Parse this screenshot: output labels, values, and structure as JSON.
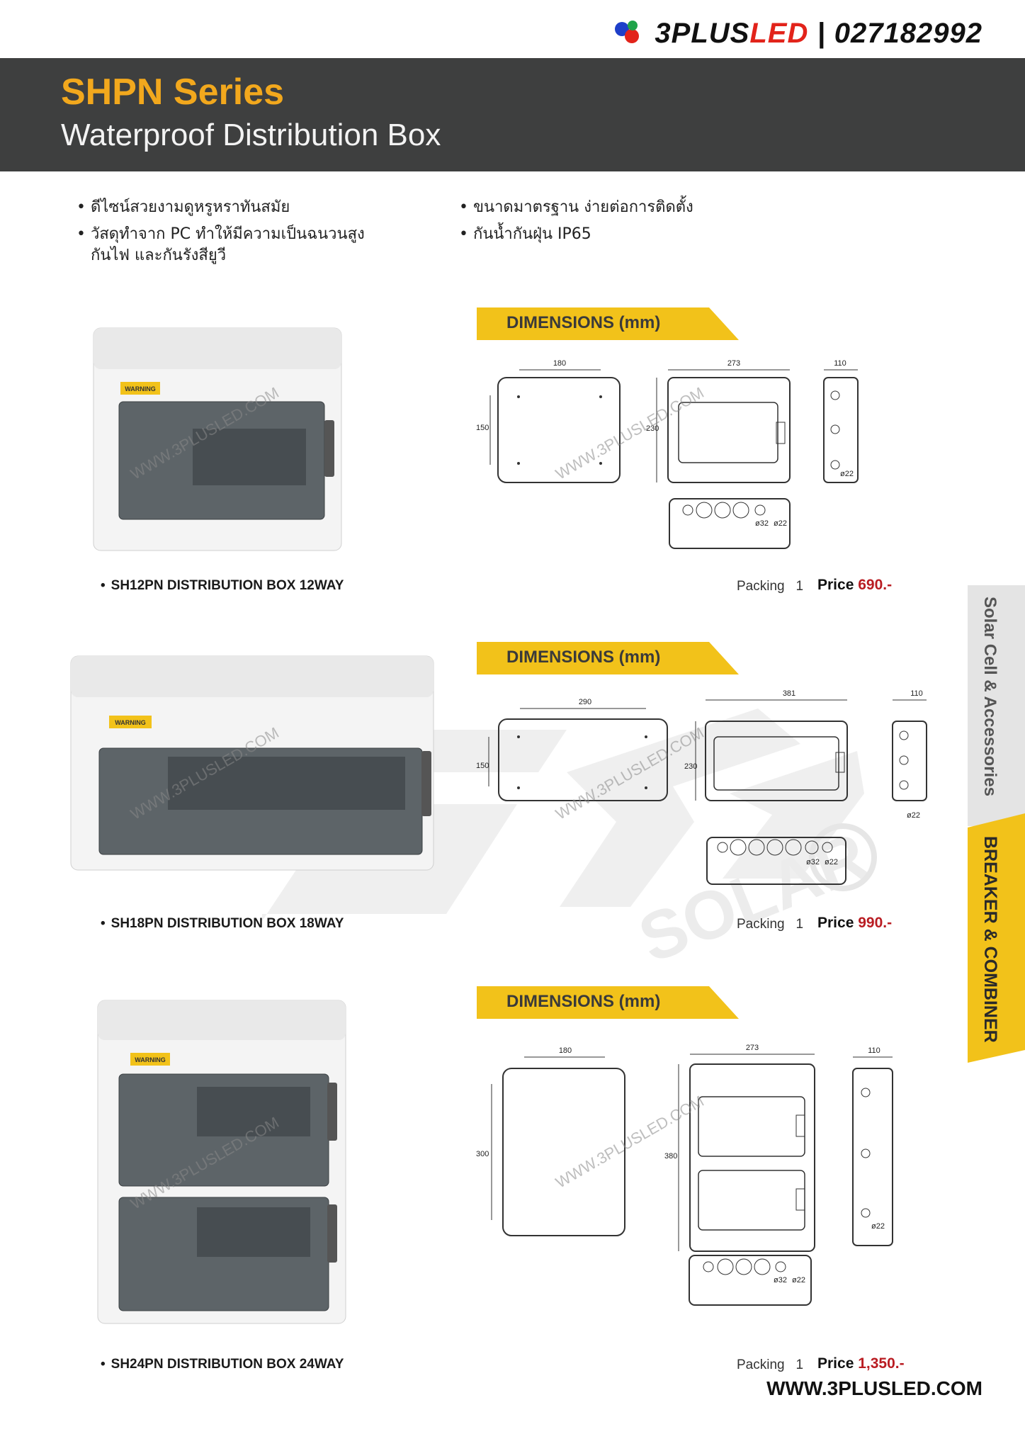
{
  "brand": {
    "name_a": "3PLUS",
    "name_b": "LED",
    "separator": "|",
    "phone": "027182992"
  },
  "header": {
    "title": "SHPN Series",
    "subtitle": "Waterproof Distribution Box"
  },
  "features": {
    "left": [
      "ดีไซน์สวยงามดูหรูหราทันสมัย",
      "วัสดุทำจาก PC ทำให้มีความเป็นฉนวนสูง",
      "กันไฟ และกันรังสียูวี"
    ],
    "right": [
      "ขนาดมาตรฐาน ง่ายต่อการติดตั้ง",
      "กันน้ำกันฝุ่น IP65"
    ]
  },
  "watermark": "WWW.3PLUSLED.COM",
  "warning_label": "WARNING",
  "background_logo": "SOLAR",
  "products": [
    {
      "dim_title": "DIMENSIONS (mm)",
      "name": "SH12PN DISTRIBUTION BOX 12WAY",
      "packing_label": "Packing",
      "packing_qty": "1",
      "price_label": "Price",
      "price": "690.-",
      "dims": {
        "back_w": "180",
        "back_h": "150",
        "front_w": "273",
        "front_h": "230",
        "side_w": "110",
        "side_hole": "ø22",
        "bottom_a": "ø32",
        "bottom_b": "ø22"
      }
    },
    {
      "dim_title": "DIMENSIONS (mm)",
      "name": "SH18PN DISTRIBUTION BOX 18WAY",
      "packing_label": "Packing",
      "packing_qty": "1",
      "price_label": "Price",
      "price": "990.-",
      "dims": {
        "back_w": "290",
        "back_h": "150",
        "front_w": "381",
        "front_h": "230",
        "side_w": "110",
        "side_hole": "ø22",
        "bottom_a": "ø32",
        "bottom_b": "ø22"
      }
    },
    {
      "dim_title": "DIMENSIONS (mm)",
      "name": "SH24PN DISTRIBUTION BOX 24WAY",
      "packing_label": "Packing",
      "packing_qty": "1",
      "price_label": "Price",
      "price": "1,350.-",
      "dims": {
        "back_w": "180",
        "back_h": "300",
        "front_w": "273",
        "front_h": "380",
        "side_w": "110",
        "side_hole": "ø22",
        "bottom_a": "ø32",
        "bottom_b": "ø22"
      }
    }
  ],
  "side_tabs": {
    "grey": "Solar Cell & Accessories",
    "yellow": "BREAKER & COMBINER"
  },
  "footer": {
    "url": "WWW.3PLUSLED.COM"
  },
  "colors": {
    "header_bg": "#3e3f3f",
    "accent_orange": "#f2a81d",
    "tab_yellow": "#f2c21a",
    "price_red": "#b91c22"
  }
}
